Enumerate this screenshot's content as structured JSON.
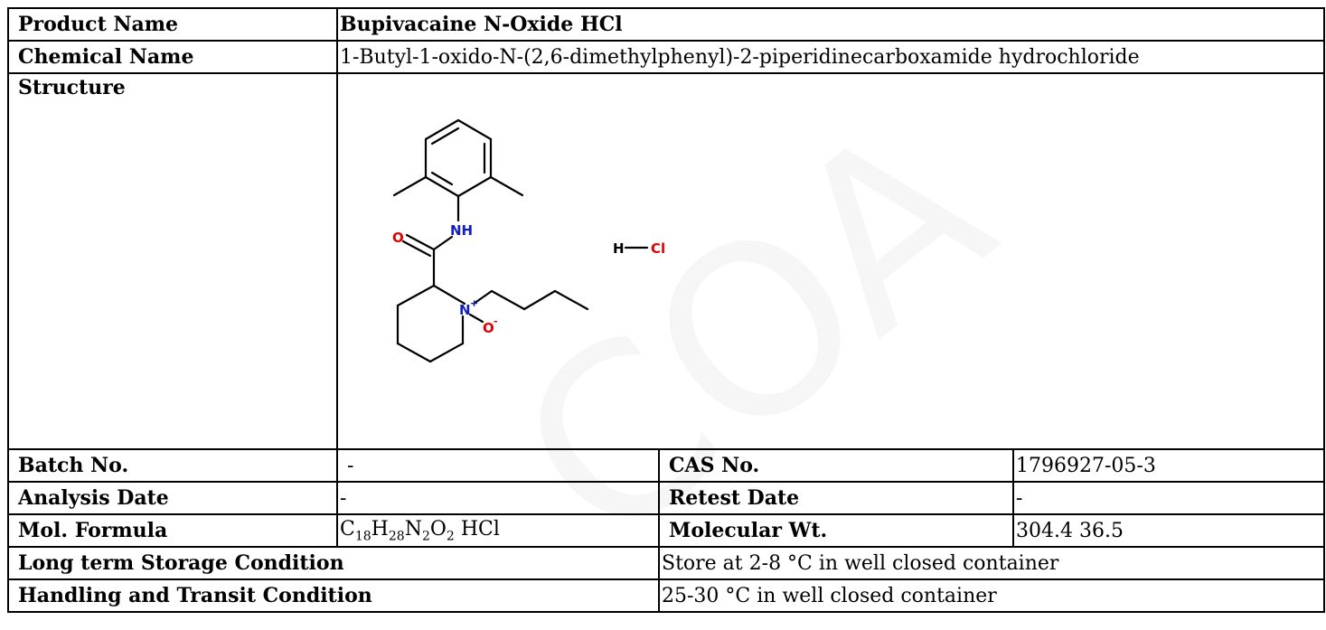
{
  "product_name": {
    "label": "Product Name",
    "value": "Bupivacaine N-Oxide HCl"
  },
  "chemical_name": {
    "label": "Chemical Name",
    "value": "1-Butyl-1-oxido-N-(2,6-dimethylphenyl)-2-piperidinecarboxamide hydrochloride"
  },
  "structure": {
    "label": "Structure",
    "atoms": {
      "oxygen_carbonyl": "O",
      "amide_n": "NH",
      "ring_n": "N",
      "ring_n_charge": "+",
      "oxide_o": "O",
      "oxide_charge": "-",
      "salt_h": "H",
      "salt_cl": "Cl"
    },
    "colors": {
      "oxygen": "#e00000",
      "nitrogen": "#1020c0",
      "chlorine": "#e00000"
    }
  },
  "batch": {
    "label": "Batch No.",
    "value": "-"
  },
  "cas": {
    "label": "CAS No.",
    "value": "1796927-05-3"
  },
  "analysis_date": {
    "label": "Analysis Date",
    "value": "-"
  },
  "retest_date": {
    "label": "Retest Date",
    "value": "-"
  },
  "mol_formula": {
    "label": "Mol. Formula",
    "c": "C",
    "c_n": "18",
    "h": "H",
    "h_n": "28",
    "n": "N",
    "n_n": "2",
    "o": "O",
    "o_n": "2",
    "suffix": " HCl"
  },
  "mol_wt": {
    "label": "Molecular Wt.",
    "value": "304.4 36.5"
  },
  "storage": {
    "label": "Long term Storage Condition",
    "value": "Store at 2-8 °C in well closed container"
  },
  "handling": {
    "label": "Handling and Transit Condition",
    "value": "25-30 °C in well closed container"
  },
  "watermark_text": "COA"
}
